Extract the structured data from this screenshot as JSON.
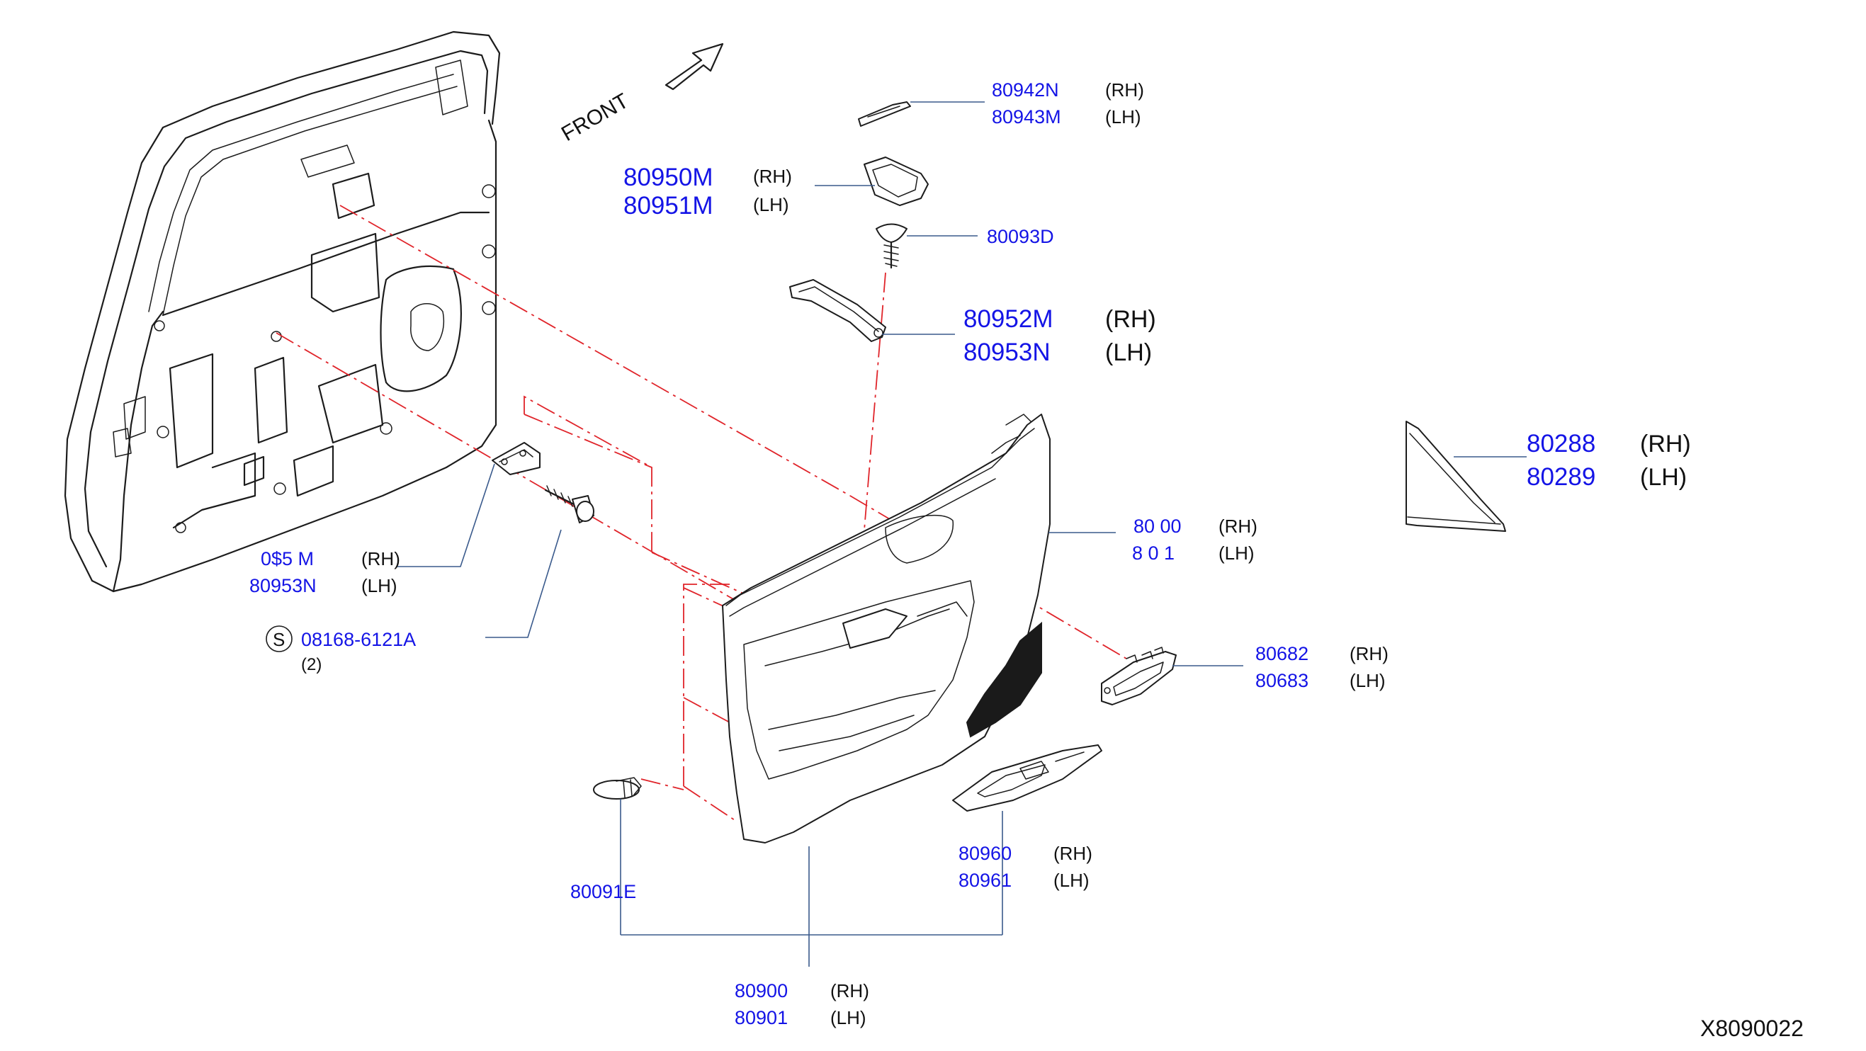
{
  "diagram": {
    "front_label": "FRONT",
    "drawing_code": "X8090022",
    "callouts": {
      "handle_cover": {
        "pn1": "80942N",
        "pn2": "80943M",
        "s1": "(RH)",
        "s2": "(LH)"
      },
      "pull_cup": {
        "pn1": "80950M",
        "pn2": "80951M",
        "s1": "(RH)",
        "s2": "(LH)"
      },
      "screw": {
        "pn1": "80093D"
      },
      "bracket": {
        "pn1": "80952M",
        "pn2": "80953N",
        "s1": "(RH)",
        "s2": "(LH)"
      },
      "corner_cover": {
        "pn1": "80288",
        "pn2": "80289",
        "s1": "(RH)",
        "s2": "(LH)"
      },
      "clip_bracket": {
        "pn1": "0$5 M",
        "pn2": "80953N",
        "s1": "(RH)",
        "s2": "(LH)"
      },
      "bolt": {
        "symbol": "S",
        "pn1": "08168-6121A",
        "qty": "(2)"
      },
      "insert": {
        "pn1": "80 00",
        "pn2": "8 0 1",
        "s1": "(RH)",
        "s2": "(LH)"
      },
      "escutcheon": {
        "pn1": "80682",
        "pn2": "80683",
        "s1": "(RH)",
        "s2": "(LH)"
      },
      "switch_finisher": {
        "pn1": "80960",
        "pn2": "80961",
        "s1": "(RH)",
        "s2": "(LH)"
      },
      "clip": {
        "pn1": "80091E"
      },
      "door_trim": {
        "pn1": "80900",
        "pn2": "80901",
        "s1": "(RH)",
        "s2": "(LH)"
      }
    }
  }
}
